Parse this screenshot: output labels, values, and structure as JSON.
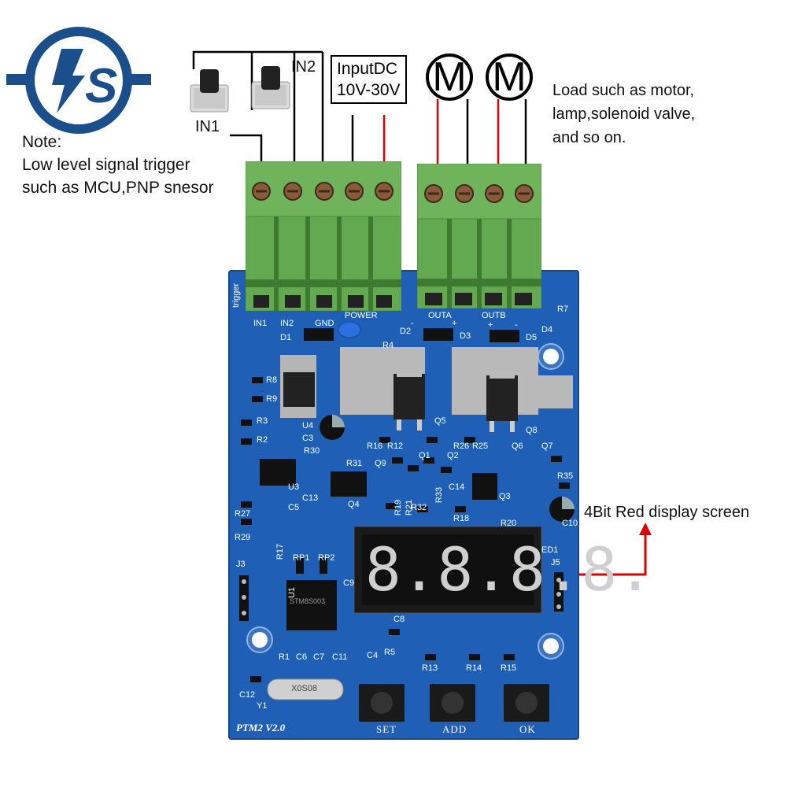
{
  "logo": {
    "text": "S",
    "colors": {
      "ring": "#1b4f8c",
      "bolt": "#1b4f8c"
    }
  },
  "labels": {
    "in1": "IN1",
    "in2": "IN2",
    "input_dc_line1": "InputDC",
    "input_dc_line2": "10V-30V",
    "motor1": "M",
    "motor2": "M",
    "load_line1": "Load such as motor,",
    "load_line2": "lamp,solenoid valve,",
    "load_line3": "and so on.",
    "note_line1": "Note:",
    "note_line2": "Low level signal trigger",
    "note_line3": "such as MCU,PNP snesor",
    "display_callout": "4Bit Red display screen"
  },
  "board": {
    "silk": {
      "trigger": "trigger",
      "in1": "IN1",
      "in2": "IN2",
      "gnd": "GND",
      "power": "POWER",
      "outa": "OUTA",
      "outb": "OUTB",
      "model": "PTM2  V2.0",
      "set": "SET",
      "add": "ADD",
      "ok": "OK",
      "d1": "D1",
      "d2": "D2",
      "d3": "D3",
      "d4": "D4",
      "d5": "D5",
      "r4": "R4",
      "r7": "R7",
      "r8": "R8",
      "r9": "R9",
      "r3": "R3",
      "r2": "R2",
      "u4": "U4",
      "c3": "C3",
      "r30": "R30",
      "r31": "R31",
      "u3": "U3",
      "c13": "C13",
      "c5": "C5",
      "q4": "Q4",
      "q5": "Q5",
      "q8": "Q8",
      "r16": "R16",
      "r12": "R12",
      "r26": "R26",
      "r25": "R25",
      "q6": "Q6",
      "q7": "Q7",
      "q9": "Q9",
      "q1": "Q1",
      "q2": "Q2",
      "r35": "R35",
      "r27": "R27",
      "r29": "R29",
      "r19": "R19",
      "r21": "R21",
      "r32": "R32",
      "r33": "R33",
      "c14": "C14",
      "r18": "R18",
      "q3": "Q3",
      "c10": "C10",
      "r20": "R20",
      "r17": "R17",
      "rp1": "RP1",
      "rp2": "RP2",
      "j3": "J3",
      "j5": "J5",
      "led1": "ED1",
      "c9": "C9",
      "c8": "C8",
      "u1": "U1",
      "r1": "R1",
      "c6": "C6",
      "c7": "C7",
      "c11": "C11",
      "c4": "C4",
      "r5": "R5",
      "r13": "R13",
      "r14": "R14",
      "r15": "R15",
      "c12": "C12",
      "y1": "Y1",
      "mark_plus_a": "+",
      "mark_minus_a": "-",
      "mark_plus_b": "+",
      "mark_minus_b": "-"
    },
    "display": {
      "digits": [
        "8.",
        "8.",
        "8.",
        "8."
      ],
      "color": "#c8c8c8"
    },
    "chips": {
      "ic_text": "STM8S003",
      "crystal_text": "X0S08"
    },
    "colors": {
      "pcb": "#1f5fb5",
      "terminal": "#6cae5a",
      "wire_red": "#e00000",
      "wire_black": "#000000"
    }
  }
}
